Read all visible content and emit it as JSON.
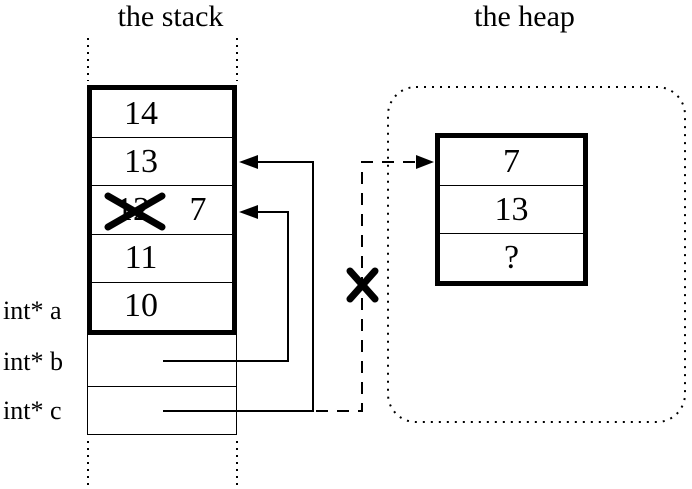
{
  "diagram": {
    "stack": {
      "title": "the stack",
      "cells": [
        {
          "value": "14"
        },
        {
          "value": "13"
        },
        {
          "value": "12",
          "crossed_out": true,
          "new_value": "7"
        },
        {
          "value": "11"
        },
        {
          "value": "10"
        }
      ],
      "pointer_labels": [
        {
          "name": "int* a"
        },
        {
          "name": "int* b"
        },
        {
          "name": "int* c"
        }
      ]
    },
    "heap": {
      "title": "the heap",
      "cells": [
        {
          "value": "7"
        },
        {
          "value": "13"
        },
        {
          "value": "?"
        }
      ]
    },
    "icons": {
      "cross_out": "x-cross",
      "arrowhead": "arrowhead"
    },
    "colors": {
      "ink": "#000000",
      "background": "#ffffff"
    }
  }
}
